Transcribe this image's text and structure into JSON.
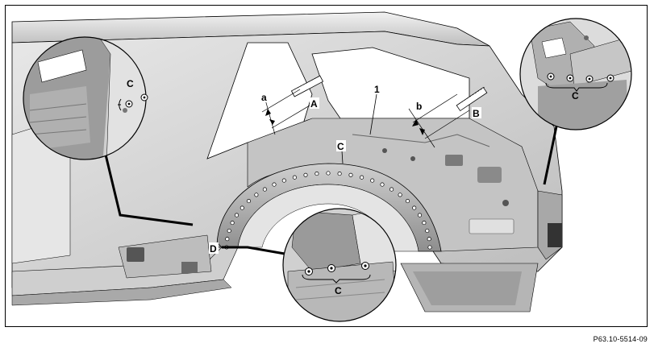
{
  "figure": {
    "callouts": {
      "a": "a",
      "b": "b",
      "one": "1",
      "A": "A",
      "B": "B",
      "C": "C",
      "D": "D"
    },
    "reference": "P63.10-5514-09"
  },
  "colors": {
    "body_panel": "#d9d9d9",
    "body_light": "#ebebeb",
    "body_dark": "#9a9a9a",
    "line": "#000000",
    "background": "#ffffff"
  }
}
